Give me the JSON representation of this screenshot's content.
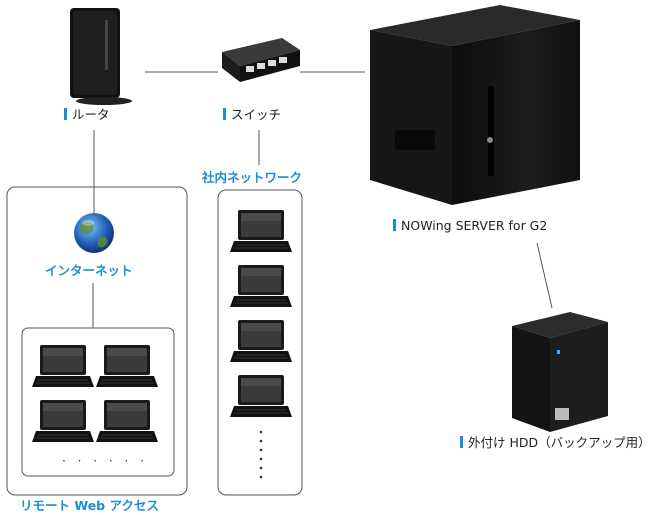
{
  "labels": {
    "router": "ルータ",
    "switch": "スイッチ",
    "server": "NOWing SERVER for G2",
    "hdd": "外付け HDD（バックアップ用）",
    "lan": "社内ネットワーク",
    "internet": "インターネット",
    "remote": "リモート Web アクセス"
  },
  "ellipsis_horizontal": "· · · · · ·",
  "colors": {
    "accent": "#1a8fd6",
    "line": "#555555"
  }
}
